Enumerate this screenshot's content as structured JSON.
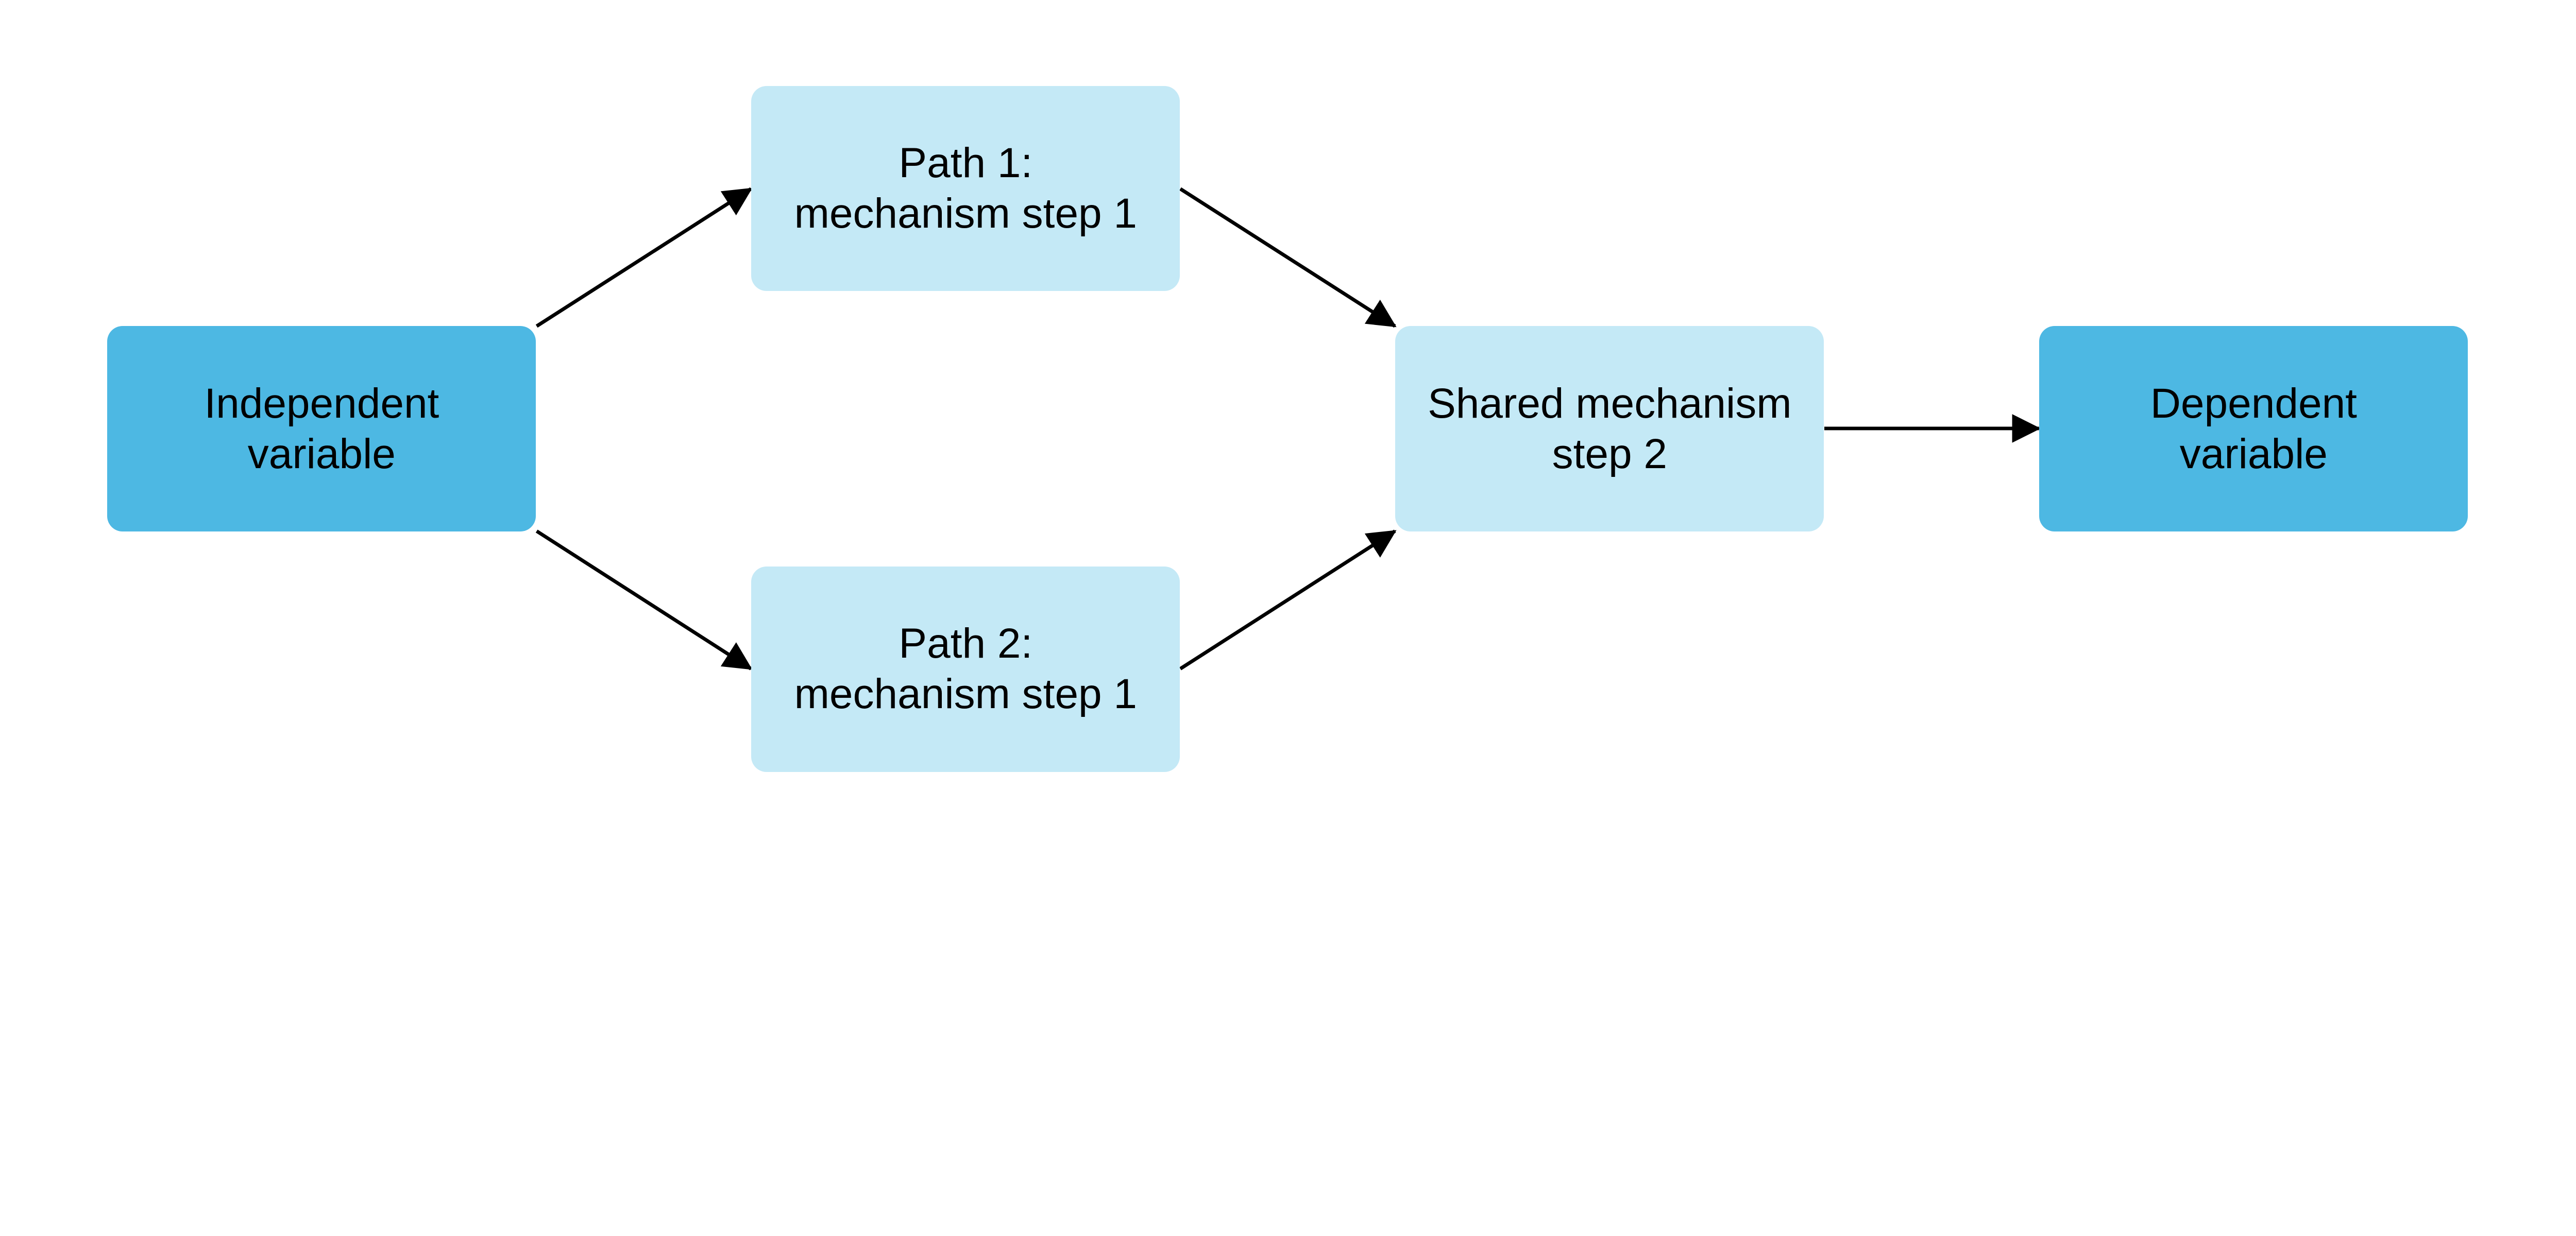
{
  "nodes": {
    "independent": {
      "lines": [
        "Independent",
        "variable"
      ],
      "color": "#4DB8E3"
    },
    "path1": {
      "lines": [
        "Path 1:",
        "mechanism step 1"
      ],
      "color": "#C4E9F6"
    },
    "path2": {
      "lines": [
        "Path 2:",
        "mechanism step 1"
      ],
      "color": "#C4E9F6"
    },
    "shared": {
      "lines": [
        "Shared mechanism",
        "step 2"
      ],
      "color": "#C4E9F6"
    },
    "dependent": {
      "lines": [
        "Dependent",
        "variable"
      ],
      "color": "#4DB8E3"
    }
  },
  "edges": [
    {
      "from": "independent",
      "to": "path1"
    },
    {
      "from": "independent",
      "to": "path2"
    },
    {
      "from": "path1",
      "to": "shared"
    },
    {
      "from": "path2",
      "to": "shared"
    },
    {
      "from": "shared",
      "to": "dependent"
    }
  ],
  "arrow_color": "#000000"
}
